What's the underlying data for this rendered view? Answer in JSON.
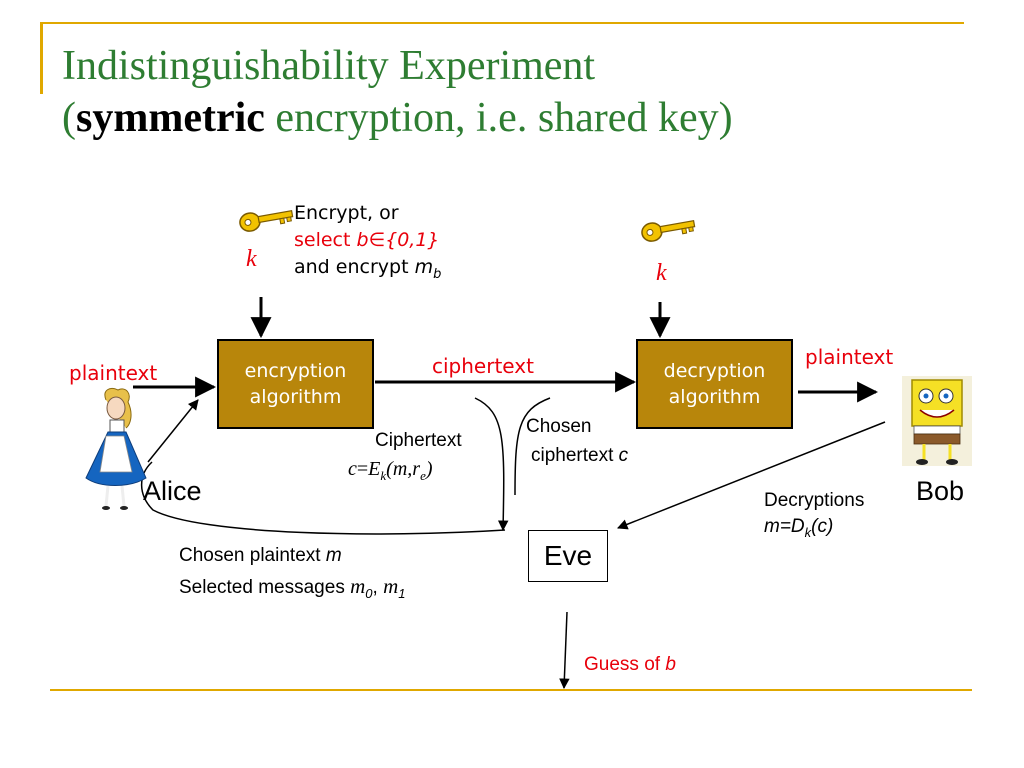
{
  "title": {
    "line1": "Indistinguishability Experiment",
    "line2_open": "(",
    "line2_bold": "symmetric",
    "line2_rest": " encryption, i.e. shared key)"
  },
  "left_key": {
    "encrypt_or": "Encrypt, or",
    "select_prefix": "select ",
    "select_b": "b",
    "select_in": "∈",
    "select_set": "{0,1}",
    "and_encrypt": "and encrypt ",
    "m": "m",
    "m_sub": "b",
    "k": "k"
  },
  "right_key": {
    "k": "k"
  },
  "enc_box": {
    "line1": "encryption",
    "line2": "algorithm"
  },
  "dec_box": {
    "line1": "decryption",
    "line2": "algorithm"
  },
  "labels": {
    "plaintext_left": "plaintext",
    "ciphertext": "ciphertext",
    "plaintext_right": "plaintext",
    "alice": "Alice",
    "bob": "Bob",
    "eve": "Eve",
    "ciphertext_note": "Ciphertext",
    "cipher_formula": {
      "c": "c",
      "eq": "=",
      "E": "E",
      "k": "k",
      "args_open": "(m,r",
      "r_sub": "e",
      "args_close": ")"
    },
    "chosen_line1": "Chosen",
    "chosen_line2": "ciphertext ",
    "chosen_c": "c",
    "decryptions": "Decryptions",
    "dec_formula": {
      "m": "m",
      "eq": "=D",
      "k": "k",
      "c": "(c)"
    },
    "chosen_plaintext": "Chosen plaintext ",
    "chosen_m": "m",
    "selected_messages": "Selected messages ",
    "m0": "m",
    "m0_sub": "0",
    "comma": ", ",
    "m1": "m",
    "m1_sub": "1",
    "guess_prefix": "Guess of ",
    "guess_b": "b"
  },
  "colors": {
    "title": "#2e7d32",
    "box": "#b8860b",
    "accent_red": "#e8000b",
    "rule": "#e0a800",
    "key": "#f2c200"
  },
  "icons": [
    "key-icon",
    "alice-figure",
    "bob-figure"
  ]
}
